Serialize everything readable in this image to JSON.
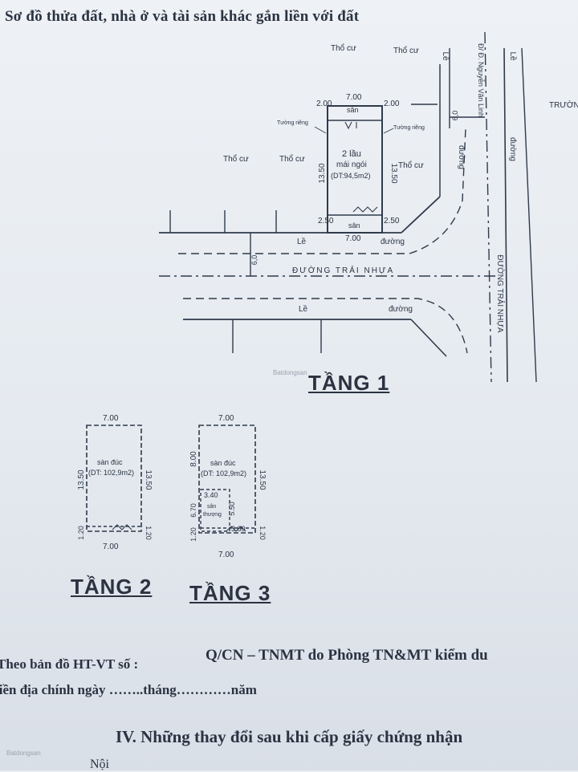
{
  "heading": "Sơ đồ thửa đất, nhà ở và tài sản khác gắn liền với đất",
  "floor1": {
    "title": "TẦNG 1",
    "dim_top": "7.00",
    "dim_bottom": "7.00",
    "left_top": "2.00",
    "right_top": "2.00",
    "left_mid": "13.50",
    "right_mid": "13.50",
    "left_bot": "2.50",
    "right_bot": "2.50",
    "san_top": "sân",
    "san_bot": "sân",
    "house_line1": "2 lầu",
    "house_line2": "mái ngói",
    "house_line3": "(DT:94,5m2)",
    "wall_left": "Tường riêng",
    "wall_right": "Tường riêng",
    "tho_cu_top1": "Thổ cư",
    "tho_cu_top2": "Thổ cư",
    "tho_cu_left1": "Thổ cư",
    "tho_cu_left2": "Thổ cư",
    "tho_cu_right": "Thổ cư",
    "le_top": "Lề",
    "duong_top": "đường",
    "le_bottom": "Lề",
    "duong_bottom": "đường",
    "road_main": "ĐƯỜNG TRẢI NHỰA",
    "road_side": "ĐƯỜNG TRẢI NHỰA",
    "road_name": "Đ/ Đ. Nguyễn Văn Linh",
    "le_side1": "Lề",
    "le_side2": "Lề",
    "duong_side1": "đường",
    "duong_side2": "đường",
    "width_mark1": "6,0",
    "width_mark2": "6,0",
    "truong": "TRƯỜNG"
  },
  "floor2": {
    "title": "TẦNG 2",
    "dim_top": "7.00",
    "dim_bottom": "7.00",
    "left": "13.50",
    "right": "13.50",
    "left_bot": "1.20",
    "right_bot": "1.20",
    "label1": "sàn đúc",
    "label2": "(DT: 102,9m2)"
  },
  "floor3": {
    "title": "TẦNG 3",
    "dim_top": "7.00",
    "dim_bottom": "7.00",
    "left_top": "8.00",
    "left_mid": "6.70",
    "left_bot": "1.20",
    "right": "13.50",
    "right_bot": "1.20",
    "label1": "sàn đúc",
    "label2": "(DT: 102,9m2)",
    "inner_w": "3.40",
    "inner_h": "5.50",
    "inner_bot": "3.60",
    "inner_label1": "sân",
    "inner_label2": "thượng"
  },
  "footer": {
    "line1_left": "Theo bản đồ HT-VT số :",
    "line1_right": "Q/CN – TNMT do Phòng TN&MT kiểm du",
    "line2": "liền địa chính ngày ……..tháng…………năm",
    "section": "IV. Những thay đổi sau khi cấp giấy chứng nhận",
    "last": "Nội"
  },
  "watermarks": [
    "Batdongsan",
    "Batdongsan"
  ]
}
